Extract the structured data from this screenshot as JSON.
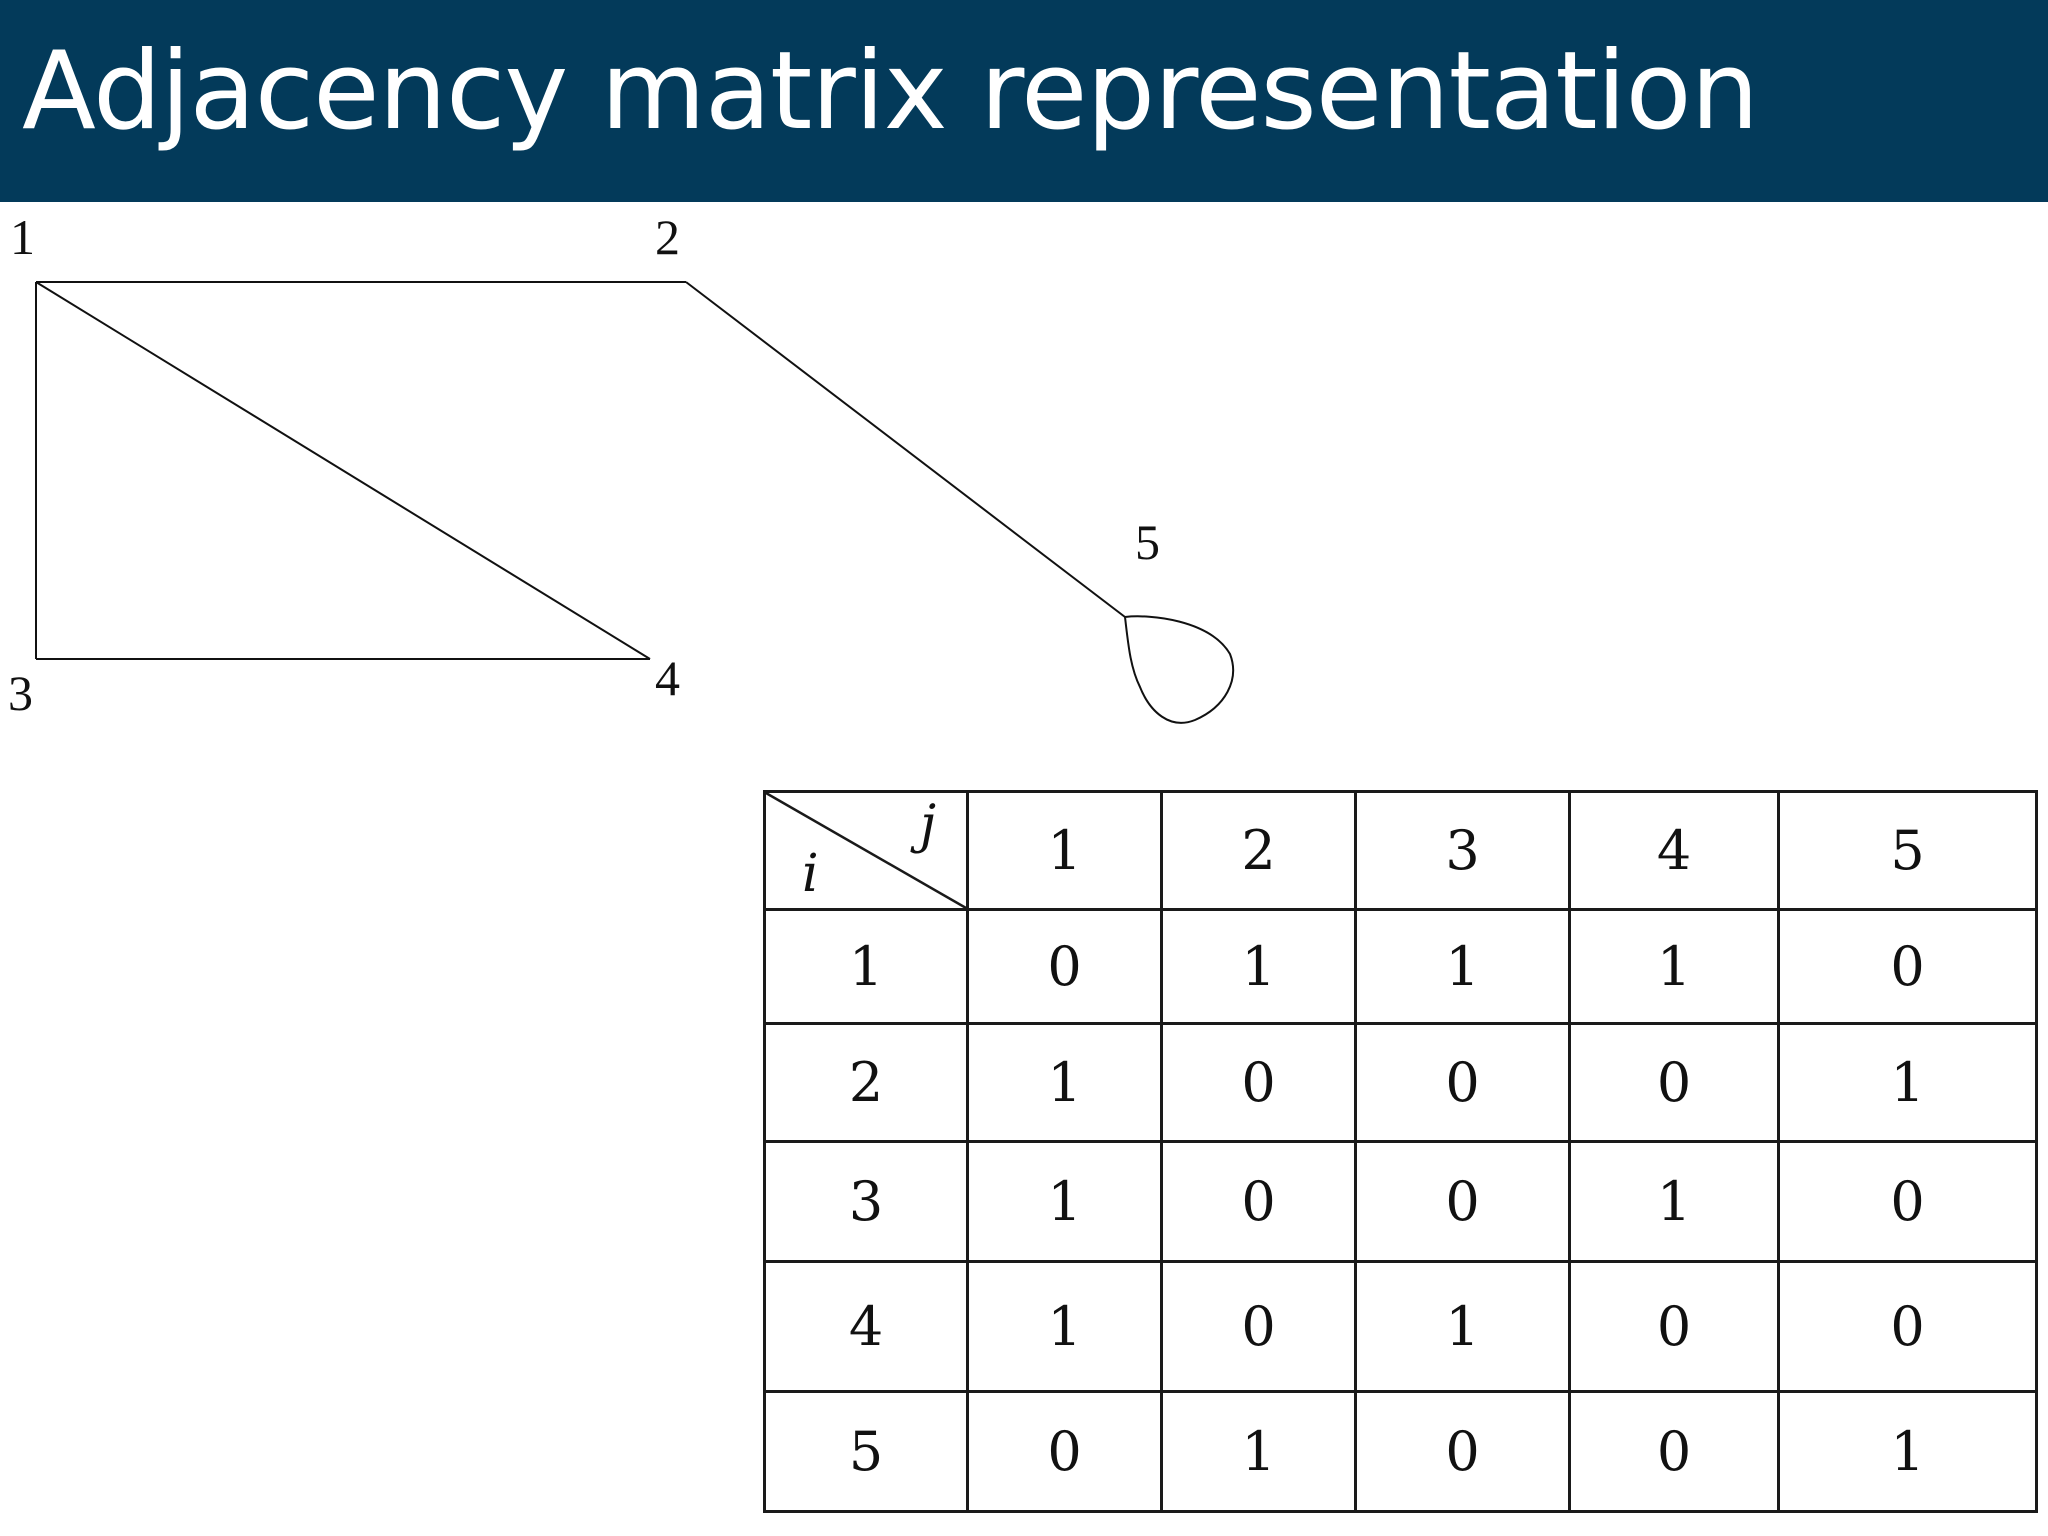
{
  "slide": {
    "title": "Adjacency matrix representation",
    "header_color": "#033A5A"
  },
  "graph": {
    "nodes": [
      {
        "id": "1",
        "label": "1"
      },
      {
        "id": "2",
        "label": "2"
      },
      {
        "id": "3",
        "label": "3"
      },
      {
        "id": "4",
        "label": "4"
      },
      {
        "id": "5",
        "label": "5"
      }
    ],
    "edges": [
      {
        "from": "1",
        "to": "2"
      },
      {
        "from": "1",
        "to": "3"
      },
      {
        "from": "1",
        "to": "4"
      },
      {
        "from": "3",
        "to": "4"
      },
      {
        "from": "2",
        "to": "5"
      },
      {
        "from": "5",
        "to": "5"
      }
    ]
  },
  "matrix": {
    "row_header": "i",
    "col_header": "j",
    "columns": [
      "1",
      "2",
      "3",
      "4",
      "5"
    ],
    "rows": [
      {
        "label": "1",
        "values": [
          "0",
          "1",
          "1",
          "1",
          "0"
        ]
      },
      {
        "label": "2",
        "values": [
          "1",
          "0",
          "0",
          "0",
          "1"
        ]
      },
      {
        "label": "3",
        "values": [
          "1",
          "0",
          "0",
          "1",
          "0"
        ]
      },
      {
        "label": "4",
        "values": [
          "1",
          "0",
          "1",
          "0",
          "0"
        ]
      },
      {
        "label": "5",
        "values": [
          "0",
          "1",
          "0",
          "0",
          "1"
        ]
      }
    ]
  }
}
